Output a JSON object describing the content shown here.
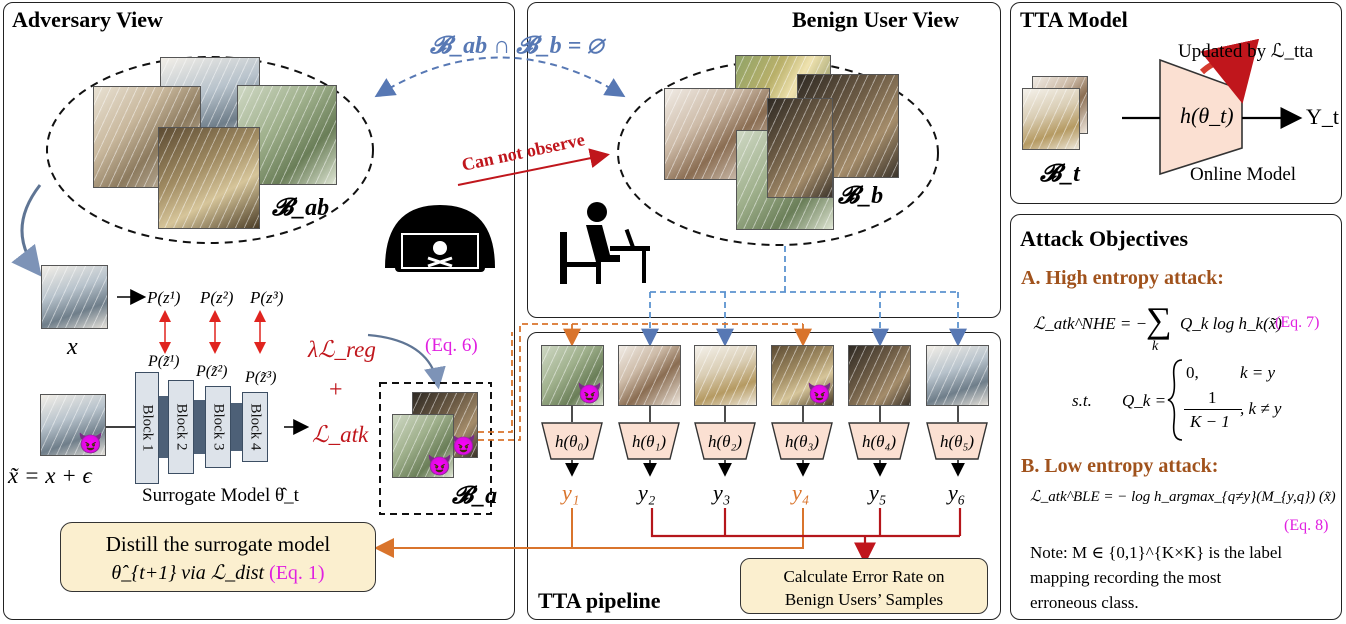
{
  "adversary_panel": {
    "title": "Adversary View",
    "batch_label": "𝓑_ab",
    "x_label": "x",
    "x_tilde_label": "x̃ = x + ϵ",
    "probs": [
      "P(z¹)",
      "P(z²)",
      "P(z³)"
    ],
    "probs_tilde": [
      "P(z̃¹)",
      "P(z̃²)",
      "P(z̃³)"
    ],
    "blocks": [
      "Block 1",
      "Block 2",
      "Block 3",
      "Block 4"
    ],
    "surrogate_label": "Surrogate Model θ̂_t",
    "reg_loss": "λℒ_reg",
    "eq6": "(Eq. 6)",
    "plus": "+",
    "atk_loss": "ℒ_atk",
    "adv_batch_label": "𝓑_a"
  },
  "overlap_label": "𝓑_ab ∩ 𝓑_b = ∅",
  "cannot_observe": "Can not observe",
  "benign_panel": {
    "title": "Benign User View",
    "batch_label": "𝓑_b"
  },
  "tta_model_panel": {
    "title": "TTA Model",
    "updated_by": "Updated by ℒ_tta",
    "model_label": "h(θ_t)",
    "output_label": "Y_t",
    "batch_label": "𝓑_t",
    "online_model": "Online Model"
  },
  "pipeline_panel": {
    "title": "TTA pipeline",
    "models": [
      "h(θ₀)",
      "h(θ₁)",
      "h(θ₂)",
      "h(θ₃)",
      "h(θ₄)",
      "h(θ₅)"
    ],
    "outputs": [
      "y₁",
      "y₂",
      "y₃",
      "y₄",
      "y₅",
      "y₆"
    ],
    "adversarial_steps": [
      0,
      3
    ],
    "error_box_line1": "Calculate Error Rate on",
    "error_box_line2": "Benign Users’ Samples"
  },
  "distill_box": {
    "line1": "Distill the surrogate model",
    "line2": "θ̂_{t+1} via ℒ_dist",
    "eq": "(Eq. 1)"
  },
  "objectives_panel": {
    "title": "Attack Objectives",
    "a_heading": "A. High entropy attack:",
    "nhe_lhs": "ℒ_atk^NHE = −",
    "nhe_sum": "∑",
    "nhe_sum_index": "k",
    "nhe_rhs": "Q_k log h_k(x̃)",
    "eq7": "(Eq. 7)",
    "st": "s.t.",
    "qk": "Q_k =",
    "case1_val": "0,",
    "case1_cond": "k = y",
    "case2_num": "1",
    "case2_den": "K − 1",
    "case2_cond": ", k ≠ y",
    "b_heading": "B. Low entropy attack:",
    "ble_formula": "ℒ_atk^BLE = − log h_argmax_{q≠y}(M_{y,q}) (x̃)",
    "eq8": "(Eq. 8)",
    "note_line1": "Note: M ∈ {0,1}^{K×K} is the label",
    "note_line2": "mapping recording the most",
    "note_line3": "erroneous class."
  },
  "colors": {
    "red": "#c0161c",
    "orange": "#d9742c",
    "blue": "#5778b4",
    "magenta": "#e020e0",
    "model_fill": "#fbe0d2",
    "callout_fill": "#fbefcf",
    "block_fill": "#dde3ea"
  }
}
